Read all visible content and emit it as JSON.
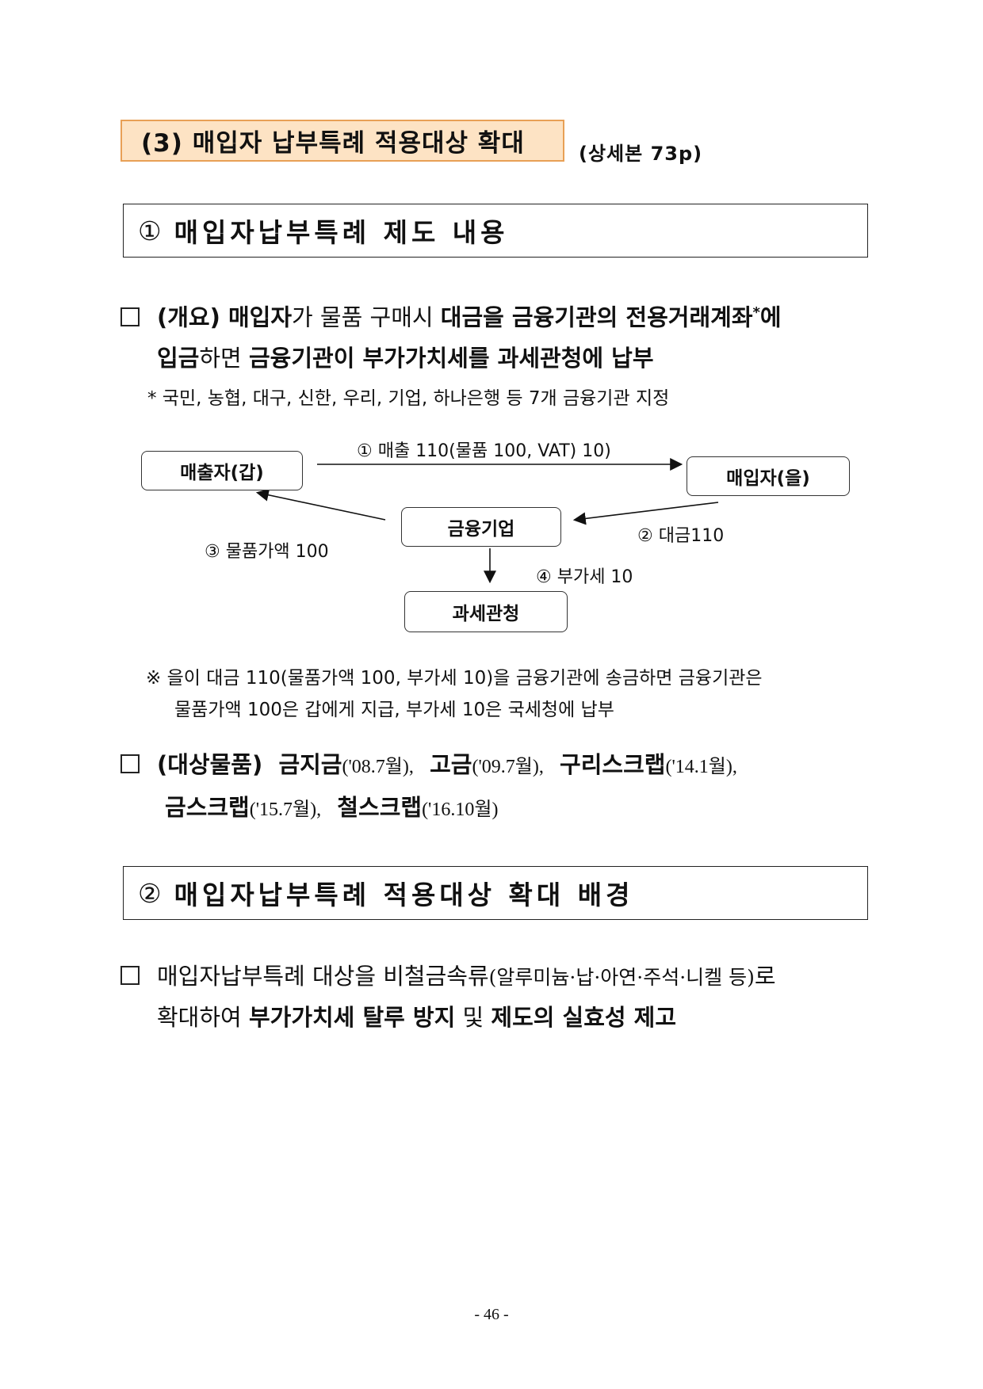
{
  "section": {
    "title": "(3) 매입자 납부특례 적용대상 확대",
    "ref": "(상세본 73p)"
  },
  "box1": {
    "num": "①",
    "title": "매입자납부특례 제도 내용"
  },
  "bullet1": {
    "tag": "(개요)",
    "line1_a": "매입자",
    "line1_b": "가 물품 구매시 ",
    "line1_c": "대금을 금융기관의 전용거래계좌",
    "line1_sup": "*",
    "line1_d": "에",
    "line2_a": "입금",
    "line2_b": "하면 ",
    "line2_c": "금융기관이 부가가치세를 과세관청에 납부"
  },
  "footnote": "* 국민, 농협, 대구, 신한, 우리, 기업, 하나은행 등 7개 금융기관 지정",
  "diagram": {
    "seller": "매출자(갑)",
    "buyer": "매입자(을)",
    "bank": "금융기업",
    "tax_office": "과세관청",
    "label_sale": "① 매출 110(물품 100, VAT) 10)",
    "label_payment": "② 대금110",
    "label_goods": "③ 물품가액 100",
    "label_vat": "④ 부가세 10"
  },
  "remark": {
    "line1": "※ 을이 대금 110(물품가액 100, 부가세 10)을 금융기관에 송금하면 금융기관은",
    "line2": "물품가액 100은 갑에게 지급, 부가세 10은 국세청에 납부"
  },
  "bullet2": {
    "tag": "(대상물품)",
    "item1": "금지금",
    "item1_date": "('08.7월),",
    "item2": "고금",
    "item2_date": "('09.7월),",
    "item3": "구리스크랩",
    "item3_date": "('14.1월),",
    "item4": "금스크랩",
    "item4_date": "('15.7월),",
    "item5": "철스크랩",
    "item5_date": "('16.10월)"
  },
  "box2": {
    "num": "②",
    "title": "매입자납부특례 적용대상 확대 배경"
  },
  "bullet3": {
    "line1_a": "매입자납부특례 대상을 비철금속류",
    "line1_b": "(알루미늄·납·아연·주석·니켈 등)",
    "line1_c": "로",
    "line2_a": "확대하여 ",
    "line2_b": "부가가치세 탈루 방지",
    "line2_c": " 및 ",
    "line2_d": "제도의 실효성 제고"
  },
  "page_number": "- 46 -"
}
